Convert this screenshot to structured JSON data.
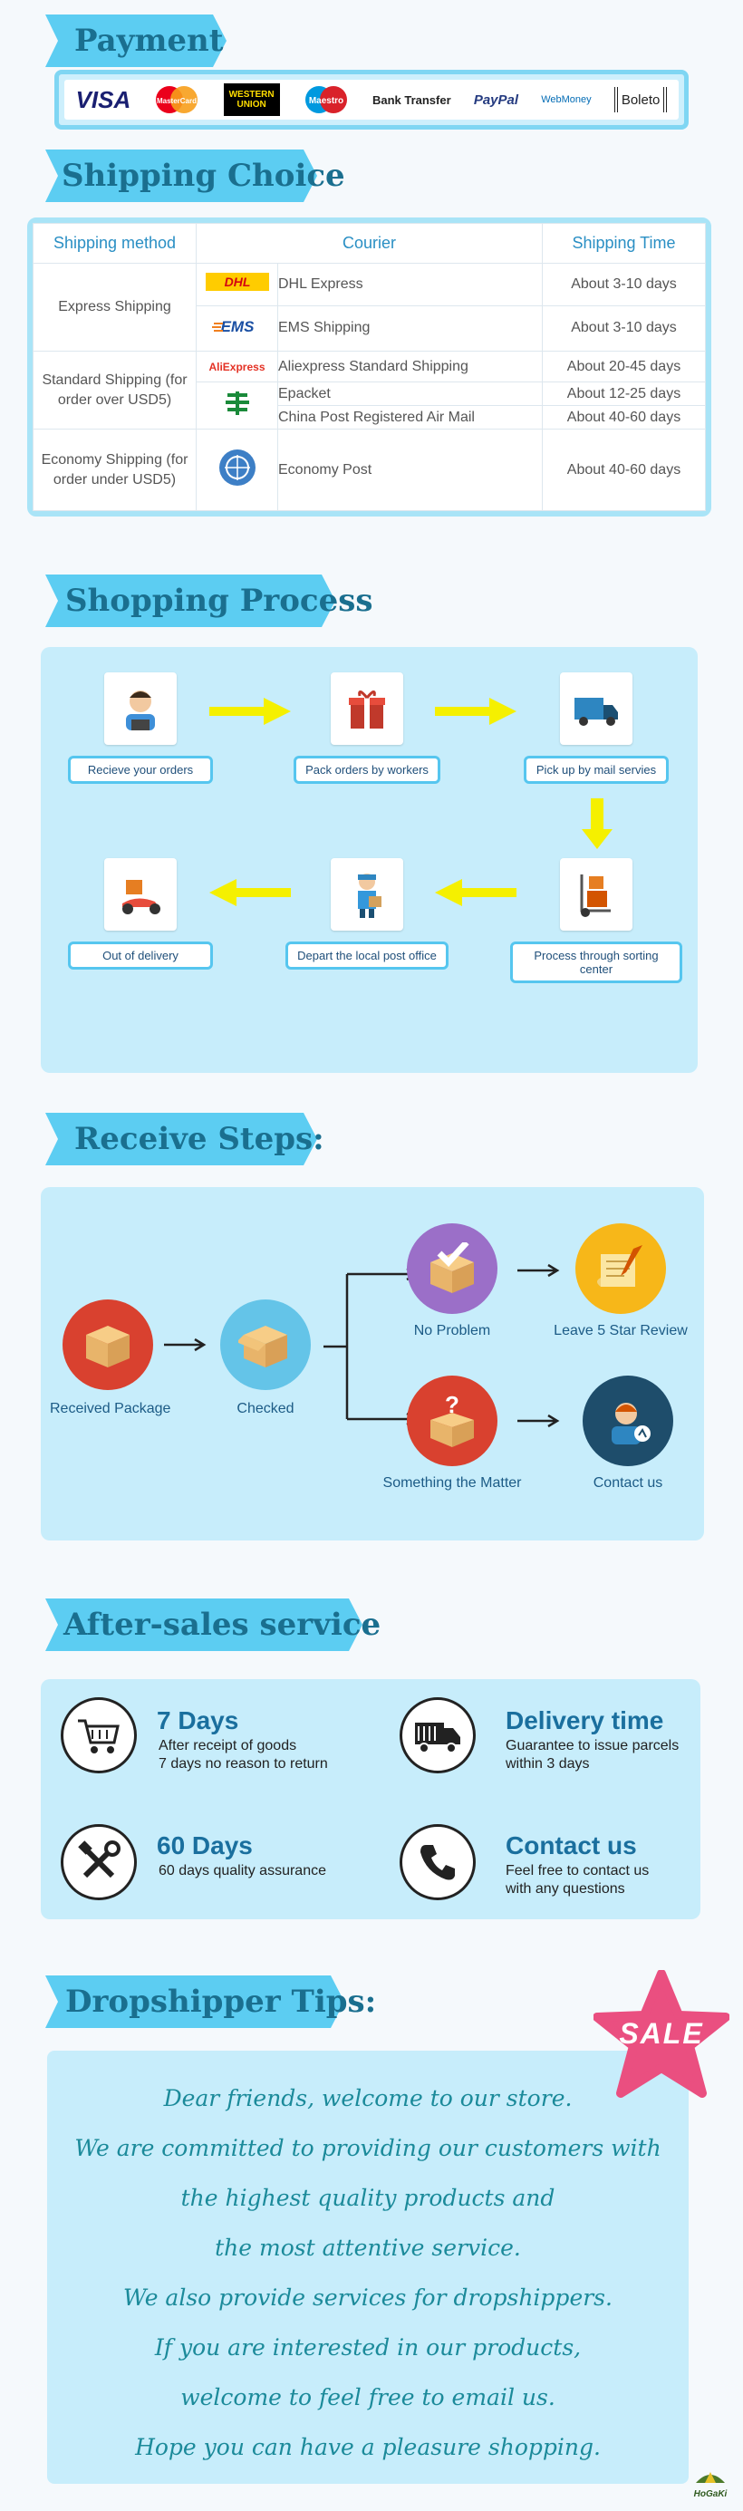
{
  "payment": {
    "title": "Payment",
    "methods": [
      "VISA",
      "MasterCard",
      "WESTERN UNION",
      "Maestro",
      "Bank Transfer",
      "PayPal",
      "WebMoney",
      "Boleto"
    ]
  },
  "shipping": {
    "title": "Shipping Choice",
    "headers": [
      "Shipping method",
      "Courier",
      "Shipping Time"
    ],
    "express_method": "Express Shipping",
    "standard_method": "Standard Shipping (for order over USD5)",
    "economy_method": "Economy Shipping (for order under USD5)",
    "rows": [
      {
        "logo": "DHL",
        "courier": "DHL Express",
        "time": "About 3-10 days"
      },
      {
        "logo": "EMS",
        "courier": "EMS Shipping",
        "time": "About 3-10 days"
      },
      {
        "logo": "AliExpress",
        "courier": "Aliexpress Standard Shipping",
        "time": "About 20-45 days"
      },
      {
        "logo": "",
        "courier": "Epacket",
        "time": "About 12-25  days"
      },
      {
        "logo": "",
        "courier": "China Post Registered Air Mail",
        "time": "About 40-60 days"
      },
      {
        "logo": "",
        "courier": "Economy Post",
        "time": "About 40-60 days"
      }
    ]
  },
  "process": {
    "title": "Shopping Process",
    "steps": [
      "Recieve your orders",
      "Pack orders by workers",
      "Pick up by mail servies",
      "Out of delivery",
      "Depart the local post office",
      "Process through sorting center"
    ]
  },
  "receive": {
    "title": "Receive Steps:",
    "received": "Received Package",
    "checked": "Checked",
    "no_problem": "No Problem",
    "review": "Leave 5 Star Review",
    "matter": "Something the Matter",
    "contact": "Contact us"
  },
  "aftersales": {
    "title": "After-sales service",
    "items": [
      {
        "title": "7 Days",
        "text1": "After receipt of goods",
        "text2": "7 days no reason to return",
        "icon": "cart-icon"
      },
      {
        "title": "Delivery time",
        "text1": "Guarantee to issue parcels",
        "text2": "within 3 days",
        "icon": "truck-icon"
      },
      {
        "title": "60 Days",
        "text1": "60 days quality assurance",
        "text2": "",
        "icon": "tools-icon"
      },
      {
        "title": "Contact us",
        "text1": "Feel free to contact us",
        "text2": "with any questions",
        "icon": "phone-icon"
      }
    ]
  },
  "tips": {
    "title": "Dropshipper Tips:",
    "badge": "SALE",
    "lines": [
      "Dear friends, welcome to our store.",
      "We are committed to providing our customers with",
      "the highest quality products and",
      "the most attentive service.",
      "We also provide services for dropshippers.",
      "If you are interested in our products,",
      "welcome to feel free to email us.",
      "Hope you can have a pleasure shopping."
    ],
    "brand": "HoGaKi"
  },
  "colors": {
    "accent": "#5ccdf2",
    "title": "#1a6f8f",
    "panel": "#c7edfb"
  }
}
